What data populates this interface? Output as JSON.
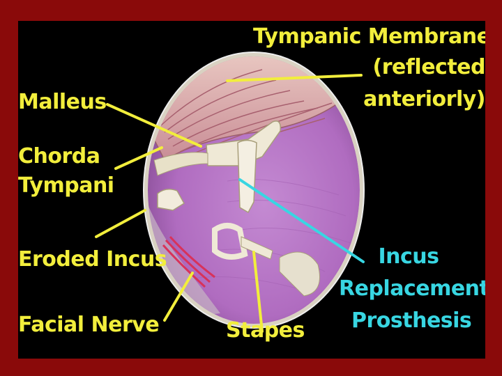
{
  "labels": {
    "tympanic_membrane": [
      "Tympanic Membrane",
      "(reflected",
      "anteriorly)"
    ],
    "malleus": "Malleus",
    "chorda_tympani": [
      "Chorda",
      "Tympani"
    ],
    "eroded_incus": "Eroded Incus",
    "facial_nerve": "Facial Nerve",
    "stapes": "Stapes",
    "incus_replacement_prosthesis": [
      "Incus",
      "Replacement",
      "Prosthesis"
    ]
  },
  "colors": {
    "frame": "#8a0a0a",
    "background": "#000000",
    "label_yellow": "#f2ee3c",
    "label_cyan": "#38d6e2",
    "middle_ear": "#b877c8"
  }
}
